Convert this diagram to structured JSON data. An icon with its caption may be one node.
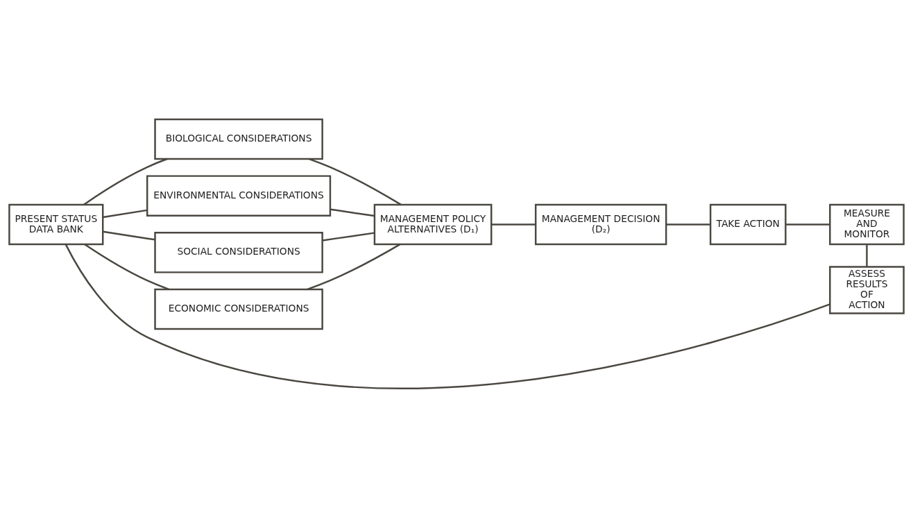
{
  "diagram": {
    "nodes": [
      {
        "text": [
          "PRESENT STATUS DATA BANK"
        ]
      },
      {
        "text": [
          "BIOLOGICAL CONSIDERATIONS"
        ]
      },
      {
        "text": [
          "ENVIRONMENTAL CONSIDERATIONS"
        ]
      },
      {
        "text": [
          "SOCIAL CONSIDERATIONS"
        ]
      },
      {
        "text": [
          "ECONOMIC CONSIDERATIONS"
        ]
      },
      {
        "text": [
          "MANAGEMENT POLICY ALTERNATIVES (D₁)"
        ]
      },
      {
        "text": [
          "MANAGEMENT DECISION (D₂)"
        ]
      },
      {
        "text": [
          "TAKE ACTION"
        ]
      },
      {
        "text": [
          "MEASURE AND MONITOR"
        ]
      },
      {
        "text": [
          "ASSESS RESULTS OF ACTION"
        ]
      }
    ],
    "edges": [
      {
        "from": 0,
        "to": 1,
        "arrow": "none"
      },
      {
        "from": 0,
        "to": 2,
        "arrow": "none"
      },
      {
        "from": 0,
        "to": 3,
        "arrow": "none"
      },
      {
        "from": 0,
        "to": 4,
        "arrow": "none"
      },
      {
        "from": 1,
        "to": 5,
        "arrow": "none"
      },
      {
        "from": 2,
        "to": 5,
        "arrow": "none"
      },
      {
        "from": 3,
        "to": 5,
        "arrow": "none"
      },
      {
        "from": 4,
        "to": 5,
        "arrow": "none"
      },
      {
        "from": 5,
        "to": 6,
        "arrow": "none"
      },
      {
        "from": 6,
        "to": 7,
        "arrow": "none"
      },
      {
        "from": 7,
        "to": 8,
        "arrow": "none"
      },
      {
        "from": 8,
        "to": 9,
        "arrow": "none"
      },
      {
        "from": 9,
        "to": 0,
        "arrow": "none"
      }
    ]
  }
}
